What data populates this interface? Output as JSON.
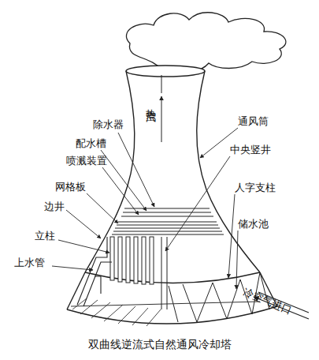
{
  "diagram": {
    "caption": "双曲线逆流式自然通风冷却塔",
    "labels": [
      "热空汽",
      "除水器",
      "配水槽",
      "喷溅装置",
      "网格板",
      "边井",
      "立柱",
      "上水管",
      "通风筒",
      "中央竖井",
      "人字支柱",
      "储水池",
      "冷空气进口"
    ]
  }
}
